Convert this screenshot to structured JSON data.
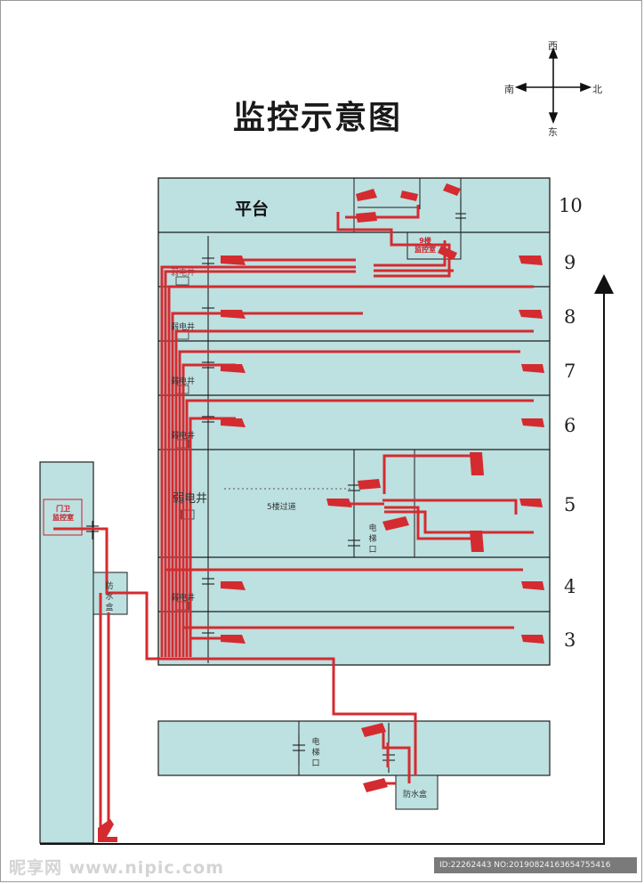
{
  "title": "监控示意图",
  "compass": {
    "west": "西",
    "north": "北",
    "east": "东",
    "south": "南"
  },
  "floors": [
    "10",
    "9",
    "8",
    "7",
    "6",
    "5",
    "4",
    "3"
  ],
  "platform_label": "平台",
  "weak_shaft_label": "弱电井",
  "floor5_corridor_label": "5楼过道",
  "floor9_control_room": "9楼\n监控室",
  "guard_control_room": "门卫\n监控室",
  "waterproof_box": "防水盒",
  "elevator_label": "电梯口",
  "colors": {
    "building_fill": "#bde0e0",
    "cable": "#d42b30",
    "camera": "#d42b30",
    "outline": "#1e1e1e"
  },
  "watermark": "昵享网 www.nipic.com",
  "image_id": "ID:22262443 NO:20190824163654755416"
}
